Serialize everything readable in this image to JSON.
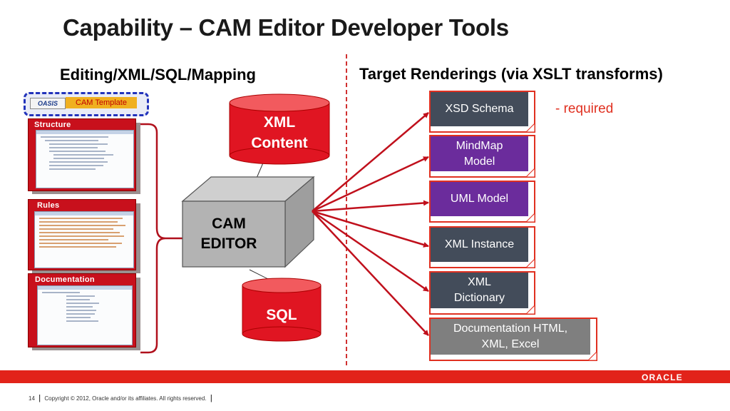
{
  "slide": {
    "title": "Capability – CAM Editor Developer Tools",
    "left_heading": "Editing/XML/SQL/Mapping",
    "right_heading": "Target Renderings (via XSLT transforms)"
  },
  "template": {
    "logo_text": "OASIS",
    "label": "CAM Template"
  },
  "panels": [
    {
      "label": "Structure"
    },
    {
      "label": "Rules"
    },
    {
      "label": "Documentation"
    }
  ],
  "editor": {
    "line1": "CAM",
    "line2": "EDITOR"
  },
  "cylinders": {
    "xml_line1": "XML",
    "xml_line2": "Content",
    "sql": "SQL"
  },
  "legend": {
    "required": "- required"
  },
  "renderings": [
    {
      "line1": "XSD Schema",
      "line2": "",
      "color": "#434c5a",
      "required": true
    },
    {
      "line1": "MindMap",
      "line2": "Model",
      "color": "#6b2c9c",
      "required": true
    },
    {
      "line1": "UML Model",
      "line2": "",
      "color": "#6b2c9c",
      "required": true
    },
    {
      "line1": "XML Instance",
      "line2": "",
      "color": "#434c5a",
      "required": true
    },
    {
      "line1": "XML",
      "line2": "Dictionary",
      "color": "#434c5a",
      "required": true
    },
    {
      "line1": "Documentation HTML,",
      "line2": "XML, Excel",
      "color": "#7f7f7f",
      "required": true
    }
  ],
  "colors": {
    "brand_red": "#e2231a",
    "required_red": "#e03020",
    "dark_slate": "#434c5a",
    "purple": "#6b2c9c",
    "gray": "#7f7f7f"
  },
  "footer": {
    "page_number": "14",
    "copyright": "Copyright © 2012, Oracle and/or its affiliates. All rights reserved.",
    "brand": "ORACLE"
  }
}
